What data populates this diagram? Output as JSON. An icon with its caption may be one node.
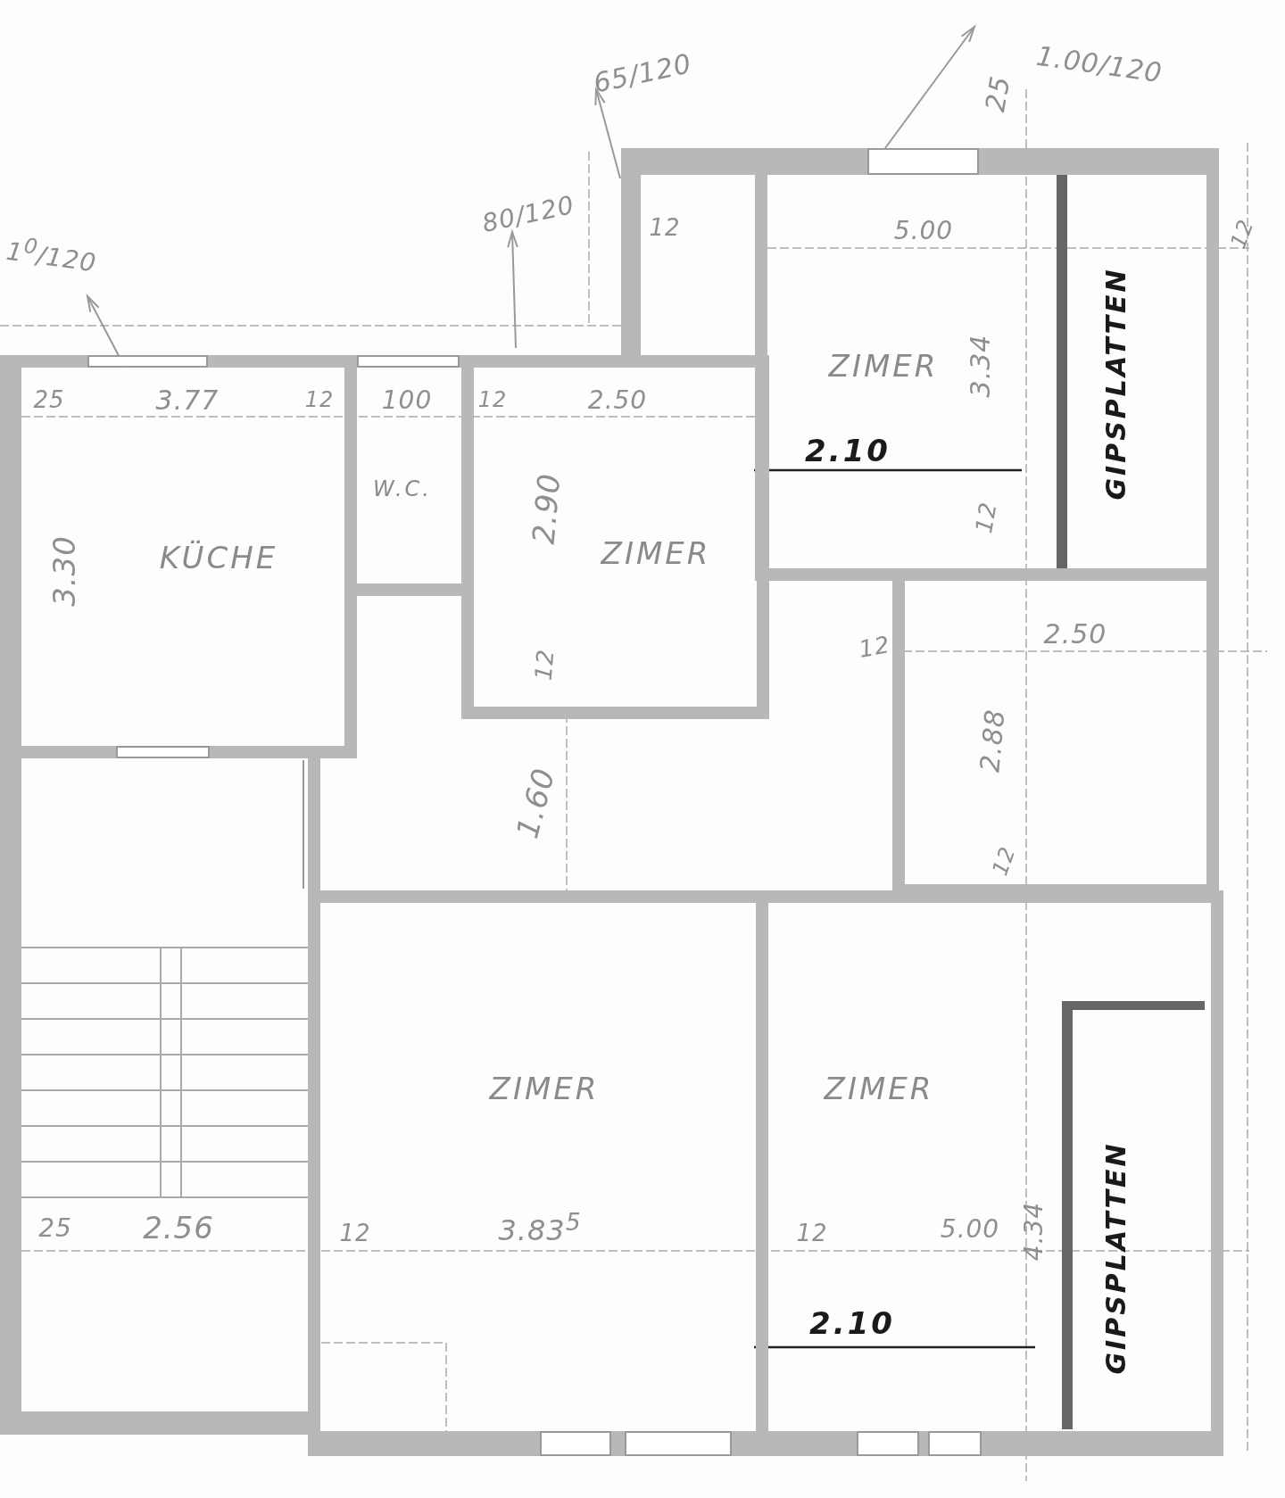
{
  "diagram": {
    "nodes": [
      {
        "text": [],
        "shape": "box"
      },
      {
        "text": [
          "ZIMER"
        ]
      },
      {
        "text": [],
        "shape": "bar",
        "in": 1
      },
      {
        "text": [
          "KÜCHE"
        ]
      },
      {
        "text": [],
        "shape": "bar",
        "in": 3
      },
      {
        "text": [],
        "shape": "bar",
        "in": 3
      },
      {
        "text": [
          "W.C."
        ]
      },
      {
        "text": [],
        "shape": "bar",
        "in": 6
      },
      {
        "text": [
          "ZIMER"
        ]
      },
      {
        "text": [],
        "shape": "box"
      },
      {
        "text": [],
        "shape": "box"
      },
      {
        "text": [
          "ZIMER"
        ]
      },
      {
        "text": [],
        "shape": "bar",
        "in": 11
      },
      {
        "text": [],
        "shape": "bar",
        "in": 11
      },
      {
        "text": [
          "ZIMER"
        ]
      },
      {
        "text": [],
        "shape": "bar",
        "in": 14
      },
      {
        "text": [],
        "shape": "bar",
        "in": 14
      }
    ],
    "labels": [
      "65/120",
      "1.00/120",
      "25",
      "80/120",
      "1$^{0}$/120",
      "12",
      "5.00",
      "12",
      "3.34",
      "2.10",
      "12",
      "GIPSPLATTEN",
      "25",
      "3.77",
      "12",
      "100",
      "12",
      "2.50",
      "3.30",
      "2.90",
      "12",
      "12",
      "2.50",
      "2.88",
      "1.60",
      "12",
      "4.34",
      "25",
      "2.56",
      "12",
      "3.83$^{5}$",
      "12",
      "5.00",
      "2.10",
      "GIPSPLATTEN"
    ]
  }
}
